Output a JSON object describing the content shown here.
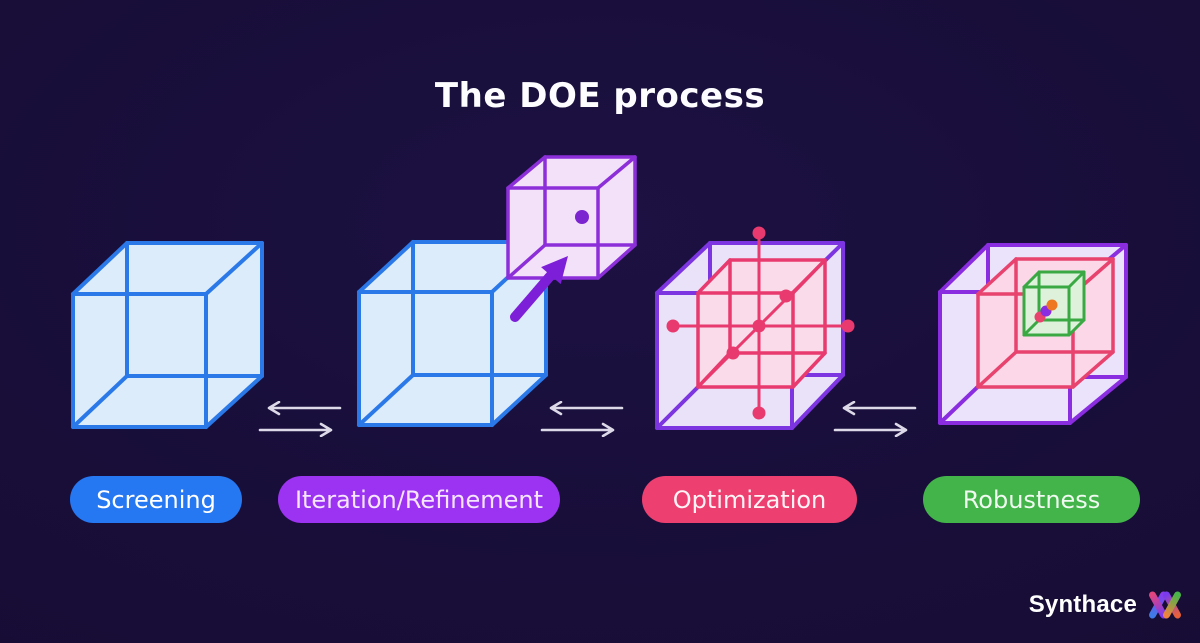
{
  "title": "The DOE process",
  "background_color": "#170d36",
  "stages": [
    {
      "label": "Screening",
      "pill_color": "#2677f2",
      "cube": "light-blue-wireframe-cube"
    },
    {
      "label": "Iteration/Refinement",
      "pill_color": "#9c33f2",
      "cube": "blue-cube-with-purple-subcube-arrow-and-center-point"
    },
    {
      "label": "Optimization",
      "pill_color": "#ee4070",
      "cube": "lavender-cube-with-pink-inner-cube-axial-and-center-points"
    },
    {
      "label": "Robustness",
      "pill_color": "#42b44a",
      "cube": "nested-purple-pink-green-cubes-with-point-cluster"
    }
  ],
  "connector": {
    "glyph": "bidirectional-arrows",
    "color": "#ddd9e8"
  },
  "accent_colors": {
    "blue": "#2b79e8",
    "purple": "#8a2ce0",
    "violet": "#7c35e0",
    "pink": "#e83a6e",
    "green": "#3aa943",
    "orange": "#ee7722",
    "arrow_gray": "#ddd9e8"
  },
  "logo": {
    "text": "Synthace"
  }
}
